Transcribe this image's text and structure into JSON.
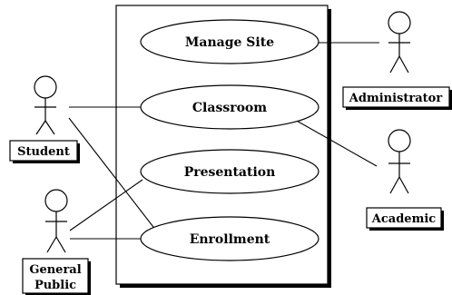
{
  "use_cases": {
    "manage_site": "Manage Site",
    "classroom": "Classroom",
    "presentation": "Presentation",
    "enrollment": "Enrollment"
  },
  "actors": {
    "student": "Student",
    "administrator": "Administrator",
    "academic": "Academic",
    "general_public_line1": "General",
    "general_public_line2": "Public"
  }
}
